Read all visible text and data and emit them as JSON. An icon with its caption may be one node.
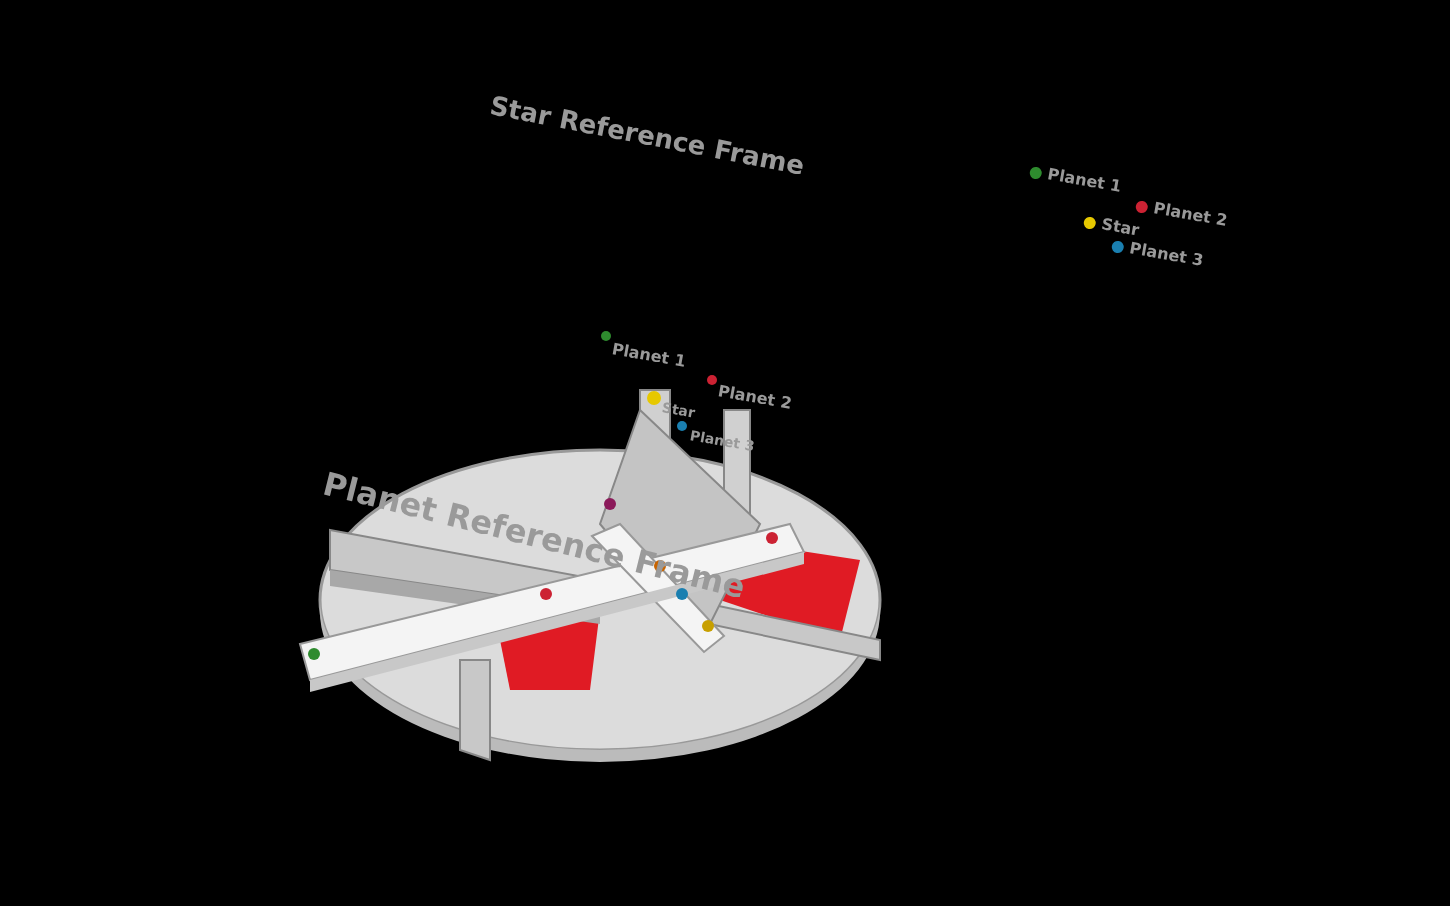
{
  "diagram": {
    "labels": [
      "Star Reference Frame",
      "Planet 1",
      "Planet 2",
      "Star",
      "Planet 3",
      "Planet Reference Frame"
    ],
    "legend": [
      {
        "text": "Planet 1",
        "color": "#2e8b2e"
      },
      {
        "text": "Planet 2",
        "color": "#cc2233"
      },
      {
        "text": "Star",
        "color": "#e6c800"
      },
      {
        "text": "Planet 3",
        "color": "#1a7fb0"
      }
    ]
  }
}
